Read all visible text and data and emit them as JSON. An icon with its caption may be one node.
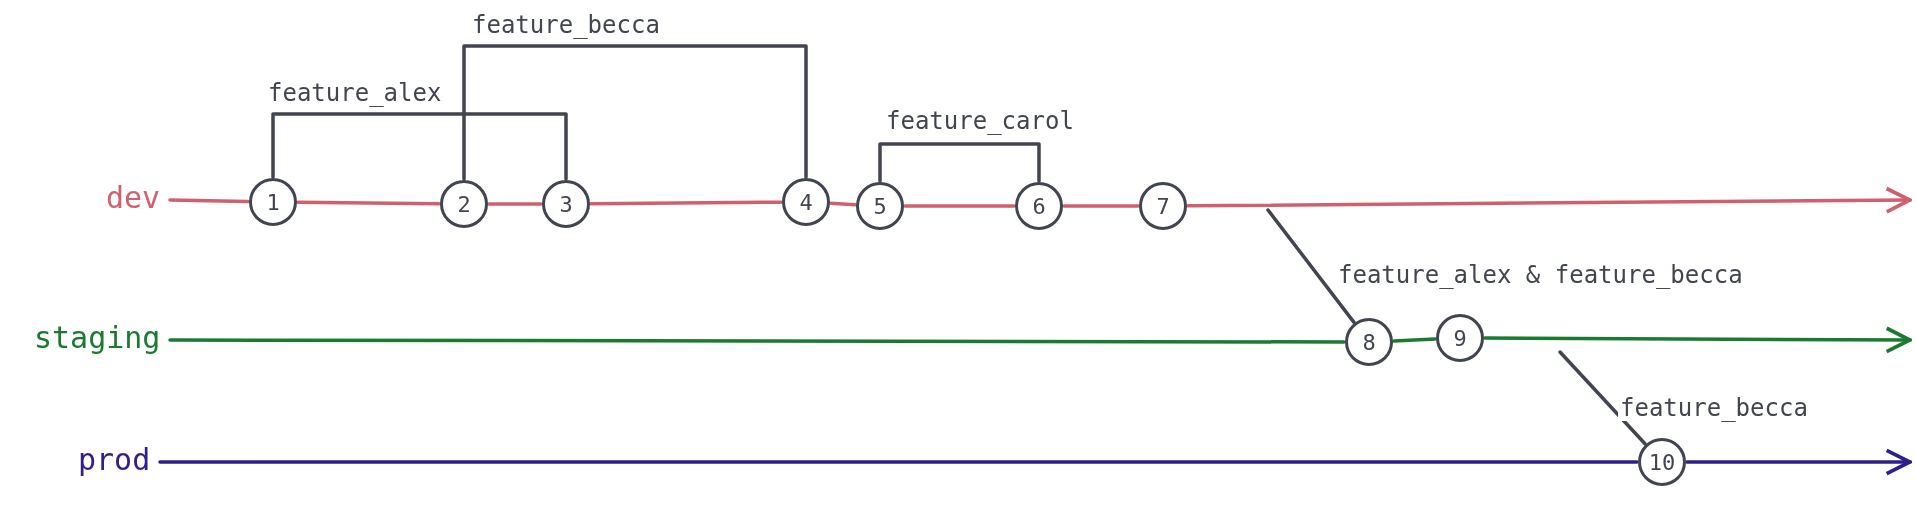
{
  "diagram": {
    "nodes": [
      {
        "text": [
          "dev"
        ]
      },
      {
        "text": [
          "staging"
        ]
      },
      {
        "text": [
          "prod"
        ]
      },
      {
        "text": [
          "1"
        ]
      },
      {
        "text": [
          "2"
        ]
      },
      {
        "text": [
          "3"
        ]
      },
      {
        "text": [
          "4"
        ]
      },
      {
        "text": [
          "5"
        ]
      },
      {
        "text": [
          "6"
        ]
      },
      {
        "text": [
          "7"
        ]
      },
      {
        "text": [
          "8"
        ]
      },
      {
        "text": [
          "9"
        ]
      },
      {
        "text": [
          "10"
        ]
      }
    ],
    "edges": [
      {
        "from": 0,
        "to": 3,
        "arrow": "none",
        "color": "#d0606e"
      },
      {
        "from": 3,
        "to": 4,
        "arrow": "none",
        "color": "#d0606e"
      },
      {
        "from": 4,
        "to": 5,
        "arrow": "none",
        "color": "#d0606e"
      },
      {
        "from": 5,
        "to": 6,
        "arrow": "none",
        "color": "#d0606e"
      },
      {
        "from": 6,
        "to": 7,
        "arrow": "none",
        "color": "#d0606e"
      },
      {
        "from": 7,
        "to": 8,
        "arrow": "none",
        "color": "#d0606e"
      },
      {
        "from": 8,
        "to": 9,
        "arrow": "none",
        "color": "#d0606e"
      },
      {
        "from": 9,
        "to": null,
        "arrow": "to",
        "color": "#d0606e"
      },
      {
        "from": 3,
        "to": 5,
        "arrow": "none",
        "label": "feature_alex",
        "color": "#41454f"
      },
      {
        "from": 4,
        "to": 6,
        "arrow": "none",
        "label": "feature_becca",
        "color": "#41454f"
      },
      {
        "from": 7,
        "to": 8,
        "arrow": "none",
        "label": "feature_carol",
        "color": "#41454f"
      },
      {
        "from": null,
        "to": 10,
        "arrow": "none",
        "label": "feature_alex & feature_becca",
        "color": "#41454f"
      },
      {
        "from": 1,
        "to": 10,
        "arrow": "none",
        "color": "#1a7a30"
      },
      {
        "from": 10,
        "to": 11,
        "arrow": "none",
        "color": "#1a7a30"
      },
      {
        "from": 11,
        "to": null,
        "arrow": "to",
        "color": "#1a7a30"
      },
      {
        "from": null,
        "to": 12,
        "arrow": "none",
        "label": "feature_becca",
        "color": "#41454f"
      },
      {
        "from": 2,
        "to": 12,
        "arrow": "none",
        "color": "#2e1f8a"
      },
      {
        "from": 12,
        "to": null,
        "arrow": "to",
        "color": "#2e1f8a"
      }
    ]
  }
}
